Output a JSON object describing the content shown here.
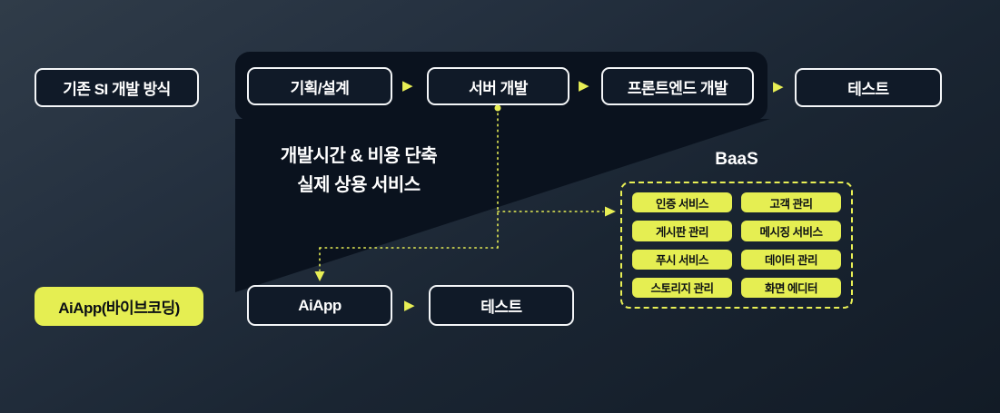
{
  "colors": {
    "accent_yellow": "#e8ef55",
    "chip_yellow": "#e5ee52",
    "box_border": "#ffffff",
    "dark_panel": "#0a121e"
  },
  "icons": {
    "arrow": "▶"
  },
  "legacy": {
    "label": "기존 SI 개발 방식",
    "steps": [
      "기획/설계",
      "서버 개발",
      "프론트엔드 개발"
    ],
    "final_step": "테스트"
  },
  "highlight": {
    "line1": "개발시간 & 비용 단축",
    "line2": "실제 상용 서비스"
  },
  "baas": {
    "title": "BaaS",
    "services": [
      "인증 서비스",
      "고객 관리",
      "게시판 관리",
      "메시징 서비스",
      "푸시 서비스",
      "데이터 관리",
      "스토리지 관리",
      "화면 에디터"
    ]
  },
  "aiapp": {
    "label": "AiApp(바이브코딩)",
    "step": "AiApp",
    "final_step": "테스트"
  }
}
